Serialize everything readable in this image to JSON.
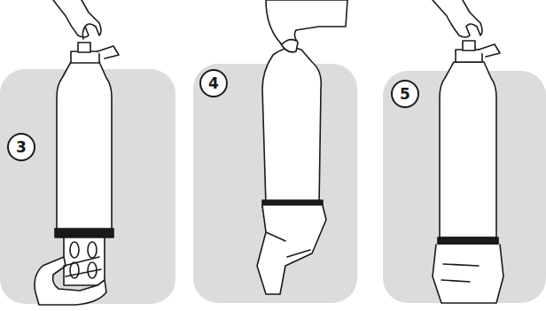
{
  "diagram": {
    "nodes": [
      {
        "text": [
          "3"
        ]
      },
      {
        "text": [
          "4"
        ]
      },
      {
        "text": [
          "5"
        ]
      }
    ]
  }
}
